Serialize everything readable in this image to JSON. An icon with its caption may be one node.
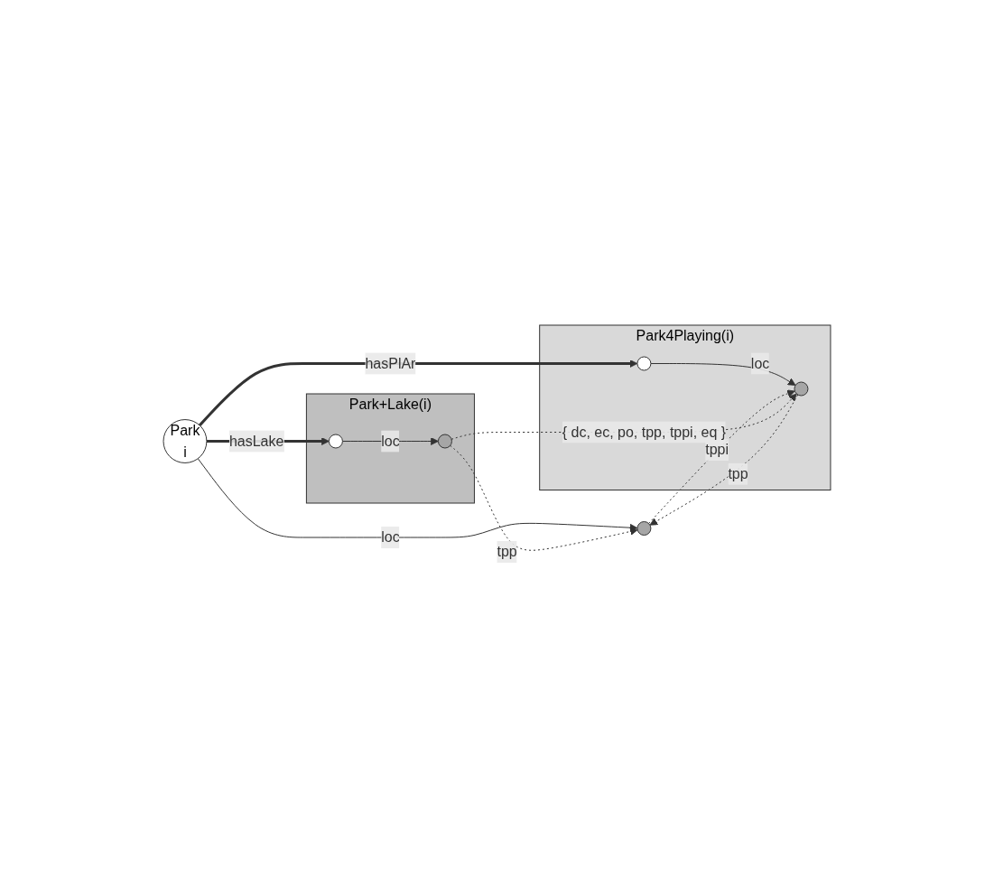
{
  "diagram": {
    "nodes": [
      {
        "text": [
          "Park+Lake(i)"
        ]
      },
      {
        "text": [
          "Park4Playing(i)"
        ]
      },
      {
        "text": [
          "Park",
          "i"
        ]
      },
      {
        "text": [],
        "shape": "circle",
        "in": 0
      },
      {
        "text": [],
        "shape": "circle",
        "in": 1
      },
      {
        "text": [],
        "shape": "circle",
        "in": 0
      },
      {
        "text": [],
        "shape": "circle"
      },
      {
        "text": [],
        "shape": "circle",
        "in": 1
      }
    ],
    "edges": [
      {
        "from": 2,
        "to": 3,
        "label": "hasLake",
        "arrow": "to",
        "style": "thick"
      },
      {
        "from": 2,
        "to": 4,
        "label": "hasPlAr",
        "arrow": "to",
        "style": "thick"
      },
      {
        "from": 3,
        "to": 5,
        "label": "loc",
        "arrow": "to"
      },
      {
        "from": 2,
        "to": 6,
        "label": "loc",
        "arrow": "to"
      },
      {
        "from": 4,
        "to": 7,
        "label": "loc",
        "arrow": "to"
      },
      {
        "from": 5,
        "to": 6,
        "label": "tpp",
        "arrow": "to",
        "style": "dashed"
      },
      {
        "from": 7,
        "to": 6,
        "label": "tpp",
        "arrow": "to",
        "style": "dashed"
      },
      {
        "from": 6,
        "to": 7,
        "label": "tppi",
        "arrow": "to",
        "style": "dashed"
      },
      {
        "from": 5,
        "to": 7,
        "label": "{ dc, ec, po, tpp, tppi, eq }",
        "arrow": "to",
        "style": "dashed"
      }
    ]
  }
}
